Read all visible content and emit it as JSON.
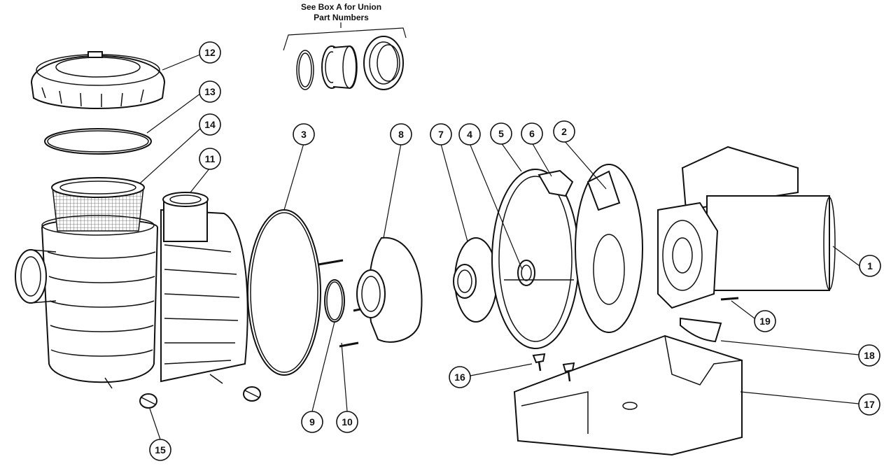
{
  "box_a_note": {
    "line1": "See Box A for Union",
    "line2": "Part Numbers"
  },
  "callouts": [
    {
      "id": "c1",
      "label": "1"
    },
    {
      "id": "c2",
      "label": "2"
    },
    {
      "id": "c3",
      "label": "3"
    },
    {
      "id": "c4",
      "label": "4"
    },
    {
      "id": "c5",
      "label": "5"
    },
    {
      "id": "c6",
      "label": "6"
    },
    {
      "id": "c7",
      "label": "7"
    },
    {
      "id": "c8",
      "label": "8"
    },
    {
      "id": "c9",
      "label": "9"
    },
    {
      "id": "c10",
      "label": "10"
    },
    {
      "id": "c11",
      "label": "11"
    },
    {
      "id": "c12",
      "label": "12"
    },
    {
      "id": "c13",
      "label": "13"
    },
    {
      "id": "c14",
      "label": "14"
    },
    {
      "id": "c15",
      "label": "15"
    },
    {
      "id": "c16",
      "label": "16"
    },
    {
      "id": "c17",
      "label": "17"
    },
    {
      "id": "c18",
      "label": "18"
    },
    {
      "id": "c19",
      "label": "19"
    }
  ]
}
